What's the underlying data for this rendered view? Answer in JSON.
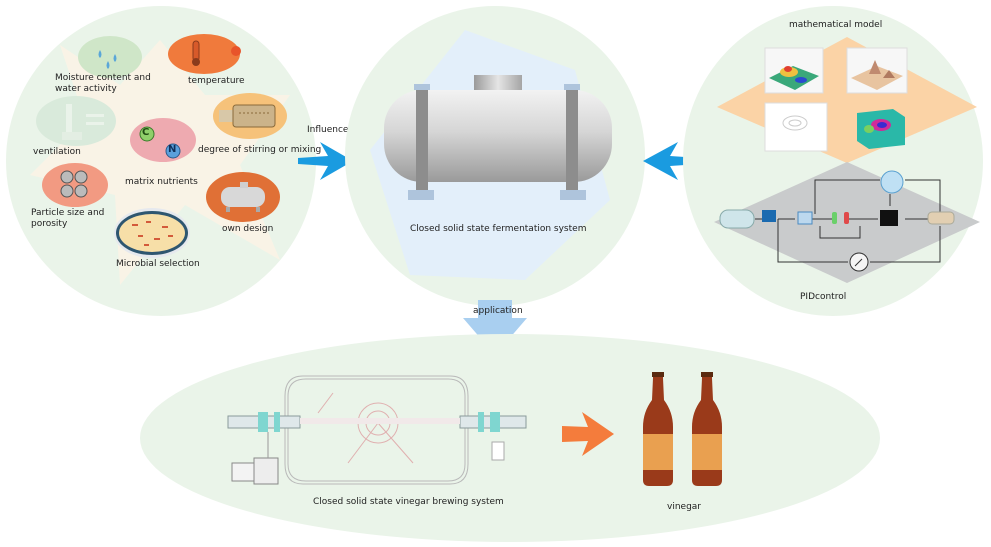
{
  "left_panel": {
    "factors": [
      {
        "id": "moisture",
        "label": "Moisture content and\nwater activity",
        "icon": "water-drops-icon",
        "color": "#cfe6c8"
      },
      {
        "id": "temperature",
        "label": "temperature",
        "icon": "thermometer-icon",
        "color": "#f07a3c"
      },
      {
        "id": "ventilation",
        "label": "ventilation",
        "icon": "ventilation-icon",
        "color": "#d9eadb"
      },
      {
        "id": "matrix",
        "label": "matrix nutrients",
        "icon": "carbon-nitrogen-icon",
        "color": "#eeaab0"
      },
      {
        "id": "stirring",
        "label": "degree of stirring or mixing",
        "icon": "mixer-icon",
        "color": "#f6c27a"
      },
      {
        "id": "particle",
        "label": "Particle size and\nporosity",
        "icon": "particles-icon",
        "color": "#f29a82"
      },
      {
        "id": "design",
        "label": "own design",
        "icon": "tank-icon",
        "color": "#e07036"
      },
      {
        "id": "microbial",
        "label": "Microbial selection",
        "icon": "petri-dish-icon",
        "color": "#f7dfa8"
      }
    ],
    "matrix_letters": [
      "C",
      "N"
    ]
  },
  "arrows": {
    "influence_label": "Influence",
    "application_label": "application",
    "colors": {
      "blue": "#1a9be0",
      "light_blue": "#a9cff0",
      "orange": "#f47c3c"
    }
  },
  "center_panel": {
    "caption": "Closed solid state fermentation system"
  },
  "right_panel": {
    "top_label": "mathematical model",
    "bottom_label": "PIDcontrol",
    "model_plots": [
      "surface-plot-1",
      "surface-plot-2",
      "contour-plot",
      "volume-plot"
    ]
  },
  "bottom_panel": {
    "system_caption": "Closed solid state vinegar brewing system",
    "product_caption": "vinegar"
  },
  "colors": {
    "circle_bg": "#eaf4e9",
    "star_bg": "#fbf3e6",
    "pentagon_bg": "#e3effa",
    "diamond_orange": "#fbd3a6",
    "diamond_gray": "#c9cbcc",
    "bottle": "#9a3a1a",
    "label": "#e9a050"
  }
}
